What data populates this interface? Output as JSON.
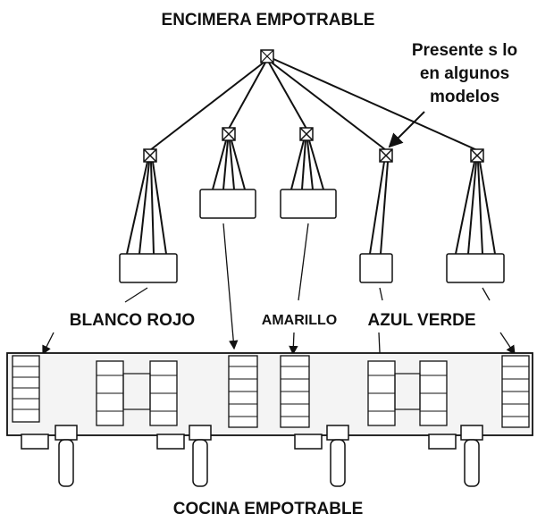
{
  "labels": {
    "top_title": "ENCIMERA EMPOTRABLE",
    "note_line1": "Presente s lo",
    "note_line2": "en algunos",
    "note_line3": "modelos",
    "blanco_rojo": "BLANCO ROJO",
    "amarillo": "AMARILLO",
    "azul_verde": "AZUL VERDE",
    "bottom_title": "COCINA EMPOTRABLE"
  },
  "colors": {
    "line": "#111111",
    "board_fill": "#f2f2f2",
    "connector_fill": "#ffffff"
  }
}
